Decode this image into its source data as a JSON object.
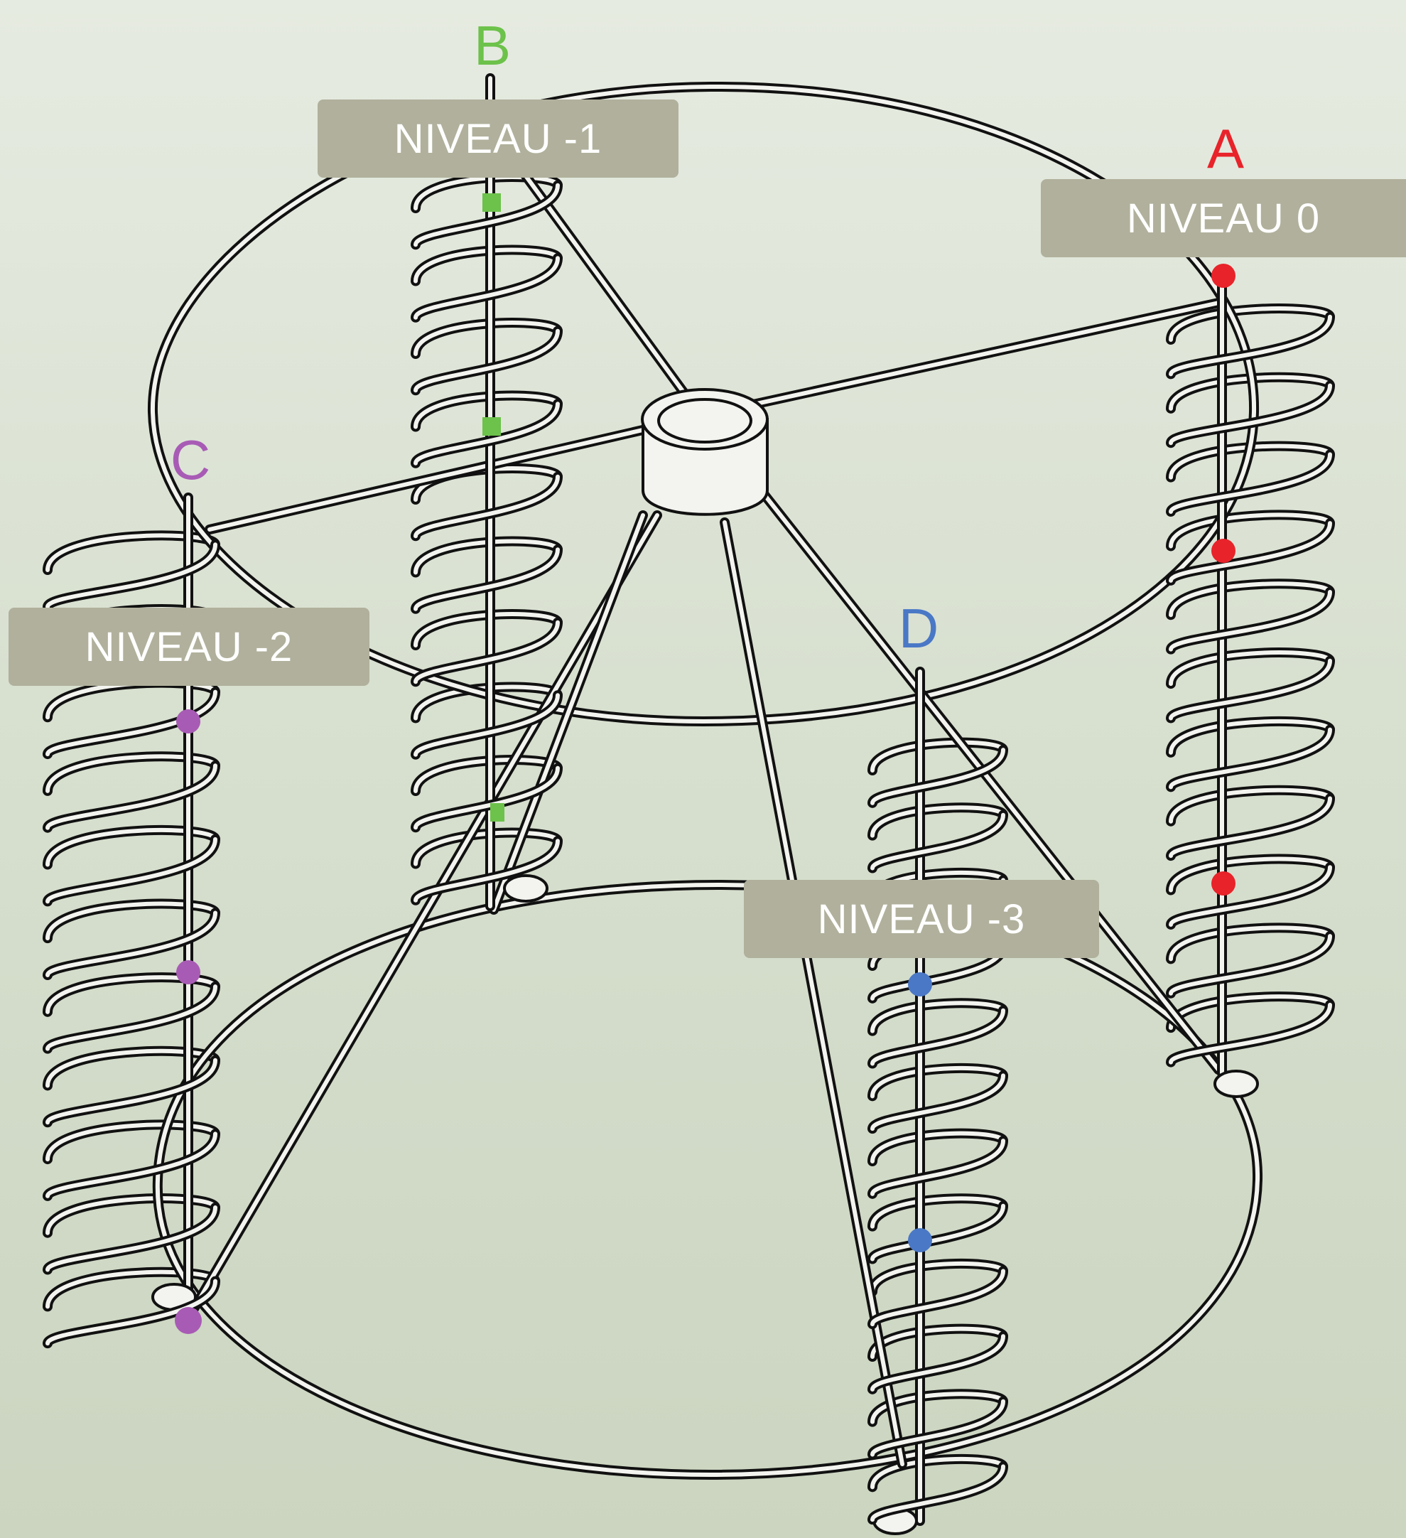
{
  "labels": {
    "level_0": "NIVEAU 0",
    "level_m1": "NIVEAU -1",
    "level_m2": "NIVEAU -2",
    "level_m3": "NIVEAU -3"
  },
  "letters": {
    "a": "A",
    "b": "B",
    "c": "C",
    "d": "D"
  },
  "colors": {
    "a": "#e8232a",
    "b": "#6cc24a",
    "c": "#a85bb5",
    "d": "#4a78c6",
    "label_bg": "#b0b09c",
    "label_text": "#ffffff",
    "wire": "#111111"
  }
}
